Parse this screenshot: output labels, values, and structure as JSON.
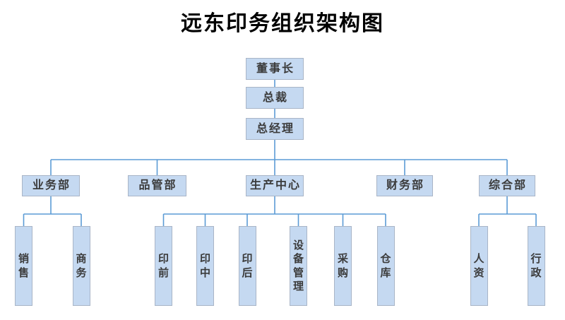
{
  "title": "远东印务组织架构图",
  "colors": {
    "background": "#ffffff",
    "title_color": "#000000",
    "box_fill": "#c5d9f1",
    "box_border": "#a9b5c7",
    "box_text": "#3b3b3b",
    "connector": "#5b9bd5"
  },
  "org": {
    "chain": [
      {
        "id": "chairman",
        "label": "董事长"
      },
      {
        "id": "president",
        "label": "总裁"
      },
      {
        "id": "general-manager",
        "label": "总经理"
      }
    ],
    "departments": [
      {
        "id": "business-dept",
        "label": "业务部",
        "children": [
          {
            "id": "sales",
            "label": "销售"
          },
          {
            "id": "commerce",
            "label": "商务"
          }
        ]
      },
      {
        "id": "quality-dept",
        "label": "品管部",
        "children": []
      },
      {
        "id": "production-center",
        "label": "生产中心",
        "children": [
          {
            "id": "prepress",
            "label": "印前"
          },
          {
            "id": "press",
            "label": "印中"
          },
          {
            "id": "postpress",
            "label": "印后"
          },
          {
            "id": "equipment-management",
            "label": "设备管理"
          },
          {
            "id": "purchasing",
            "label": "采购"
          },
          {
            "id": "warehouse",
            "label": "仓库"
          }
        ]
      },
      {
        "id": "finance-dept",
        "label": "财务部",
        "children": []
      },
      {
        "id": "general-affairs-dept",
        "label": "综合部",
        "children": [
          {
            "id": "human-resources",
            "label": "人资"
          },
          {
            "id": "administration",
            "label": "行政"
          }
        ]
      }
    ]
  }
}
